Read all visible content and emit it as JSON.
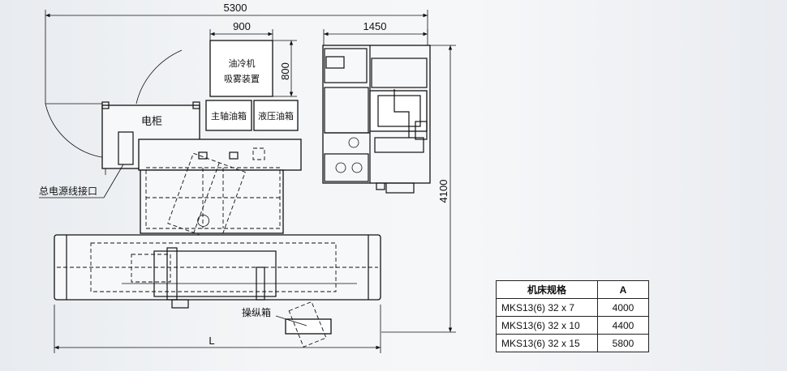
{
  "dimensions": {
    "total_width": "5300",
    "cooler_width": "900",
    "cabinet_width": "1450",
    "cooler_height": "800",
    "overall_depth": "4100",
    "machine_length": "L"
  },
  "labels": {
    "oil_cooler_line1": "油冷机",
    "oil_cooler_line2": "吸雾装置",
    "spindle_oil_tank": "主轴油箱",
    "hydraulic_oil_tank": "液压油箱",
    "electric_cabinet": "电柜",
    "main_power_inlet": "总电源线接口",
    "control_box": "操纵箱"
  },
  "spec_table": {
    "headers": [
      "机床规格",
      "A"
    ],
    "rows": [
      {
        "model": "MKS13(6) 32 x 7",
        "value": "4000"
      },
      {
        "model": "MKS13(6) 32 x 10",
        "value": "4400"
      },
      {
        "model": "MKS13(6) 32 x 15",
        "value": "5800"
      }
    ]
  }
}
